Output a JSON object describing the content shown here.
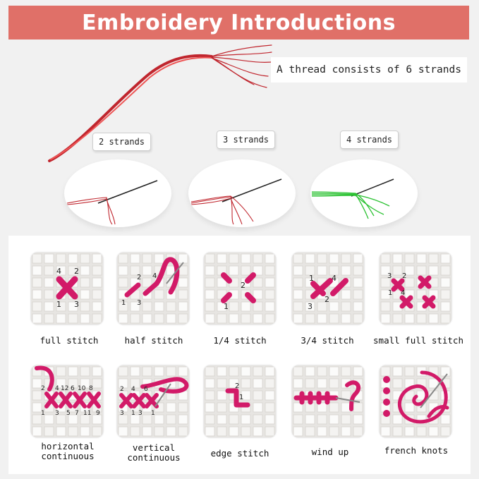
{
  "title": "Embroidery Introductions",
  "thread_caption": "A thread consists of 6 strands",
  "strands": [
    {
      "label": "2 strands",
      "color": "#c0262e"
    },
    {
      "label": "3 strands",
      "color": "#c0262e"
    },
    {
      "label": "4 strands",
      "color": "#2cc233"
    }
  ],
  "stitches": [
    {
      "label": "full stitch",
      "numbers": [
        "4",
        "2",
        "1",
        "3"
      ]
    },
    {
      "label": "half stitch",
      "numbers": [
        "2",
        "4",
        "1",
        "3"
      ]
    },
    {
      "label": "1/4 stitch",
      "numbers": [
        "2",
        "1"
      ]
    },
    {
      "label": "3/4 stitch",
      "numbers": [
        "1",
        "4",
        "2",
        "3"
      ]
    },
    {
      "label": "small full stitch",
      "numbers": [
        "3",
        "2",
        "1",
        "4"
      ]
    },
    {
      "label": "horizontal continuous",
      "line1": "horizontal",
      "line2": "continuous",
      "numbers": [
        "2",
        "4",
        "12",
        "6",
        "10",
        "8",
        "1",
        "3",
        "5",
        "7",
        "11",
        "9"
      ]
    },
    {
      "label": "vertical continuous",
      "line1": "vertical",
      "line2": "continuous",
      "numbers": [
        "2",
        "4",
        "6",
        "3",
        "1",
        "3",
        "1"
      ]
    },
    {
      "label": "edge stitch",
      "numbers": [
        "2",
        "1"
      ]
    },
    {
      "label": "wind up",
      "numbers": []
    },
    {
      "label": "french knots",
      "numbers": []
    }
  ],
  "colors": {
    "banner": "#e07068",
    "stitch": "#d21a68",
    "red_thread": "#c0262e"
  }
}
